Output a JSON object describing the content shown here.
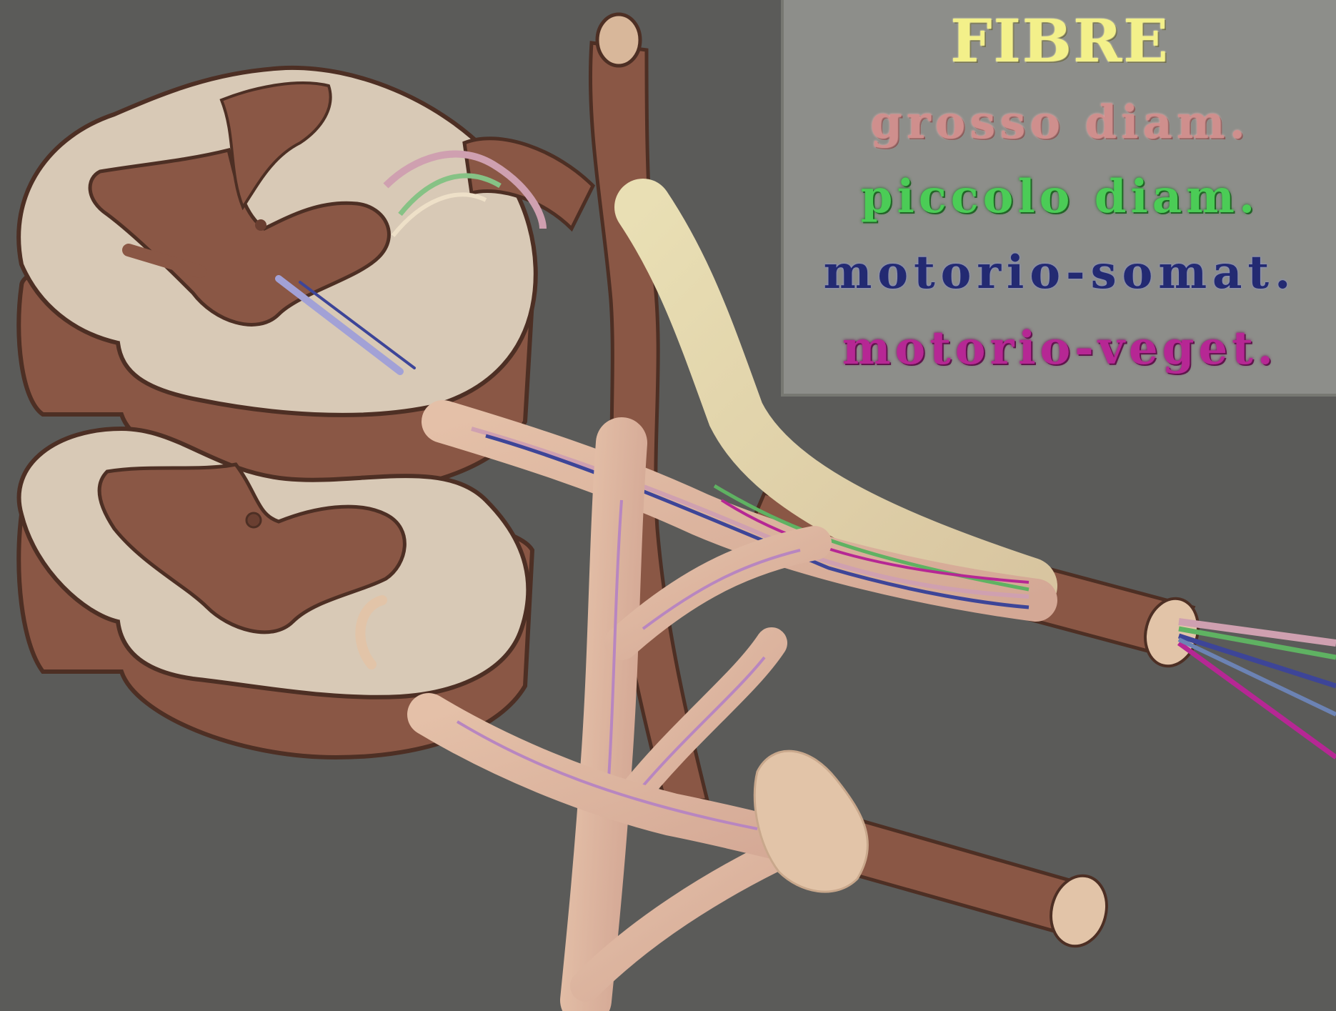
{
  "legend": {
    "title": "FIBRE",
    "items": [
      {
        "label": "grosso diam.",
        "color": "#cf8f8d"
      },
      {
        "label": "piccolo diam.",
        "color": "#4bcc56"
      },
      {
        "label": "motorio-somat.",
        "color": "#232a72"
      },
      {
        "label": "motorio-veget.",
        "color": "#b62794"
      }
    ]
  },
  "colors": {
    "background": "#5b5b59",
    "panel": "#8d8e8a",
    "tissue_brown": "#8a5745",
    "tissue_outline": "#4d2f24",
    "white_matter": "#d8c9b6",
    "nerve_pale": "#e2c4a8"
  }
}
